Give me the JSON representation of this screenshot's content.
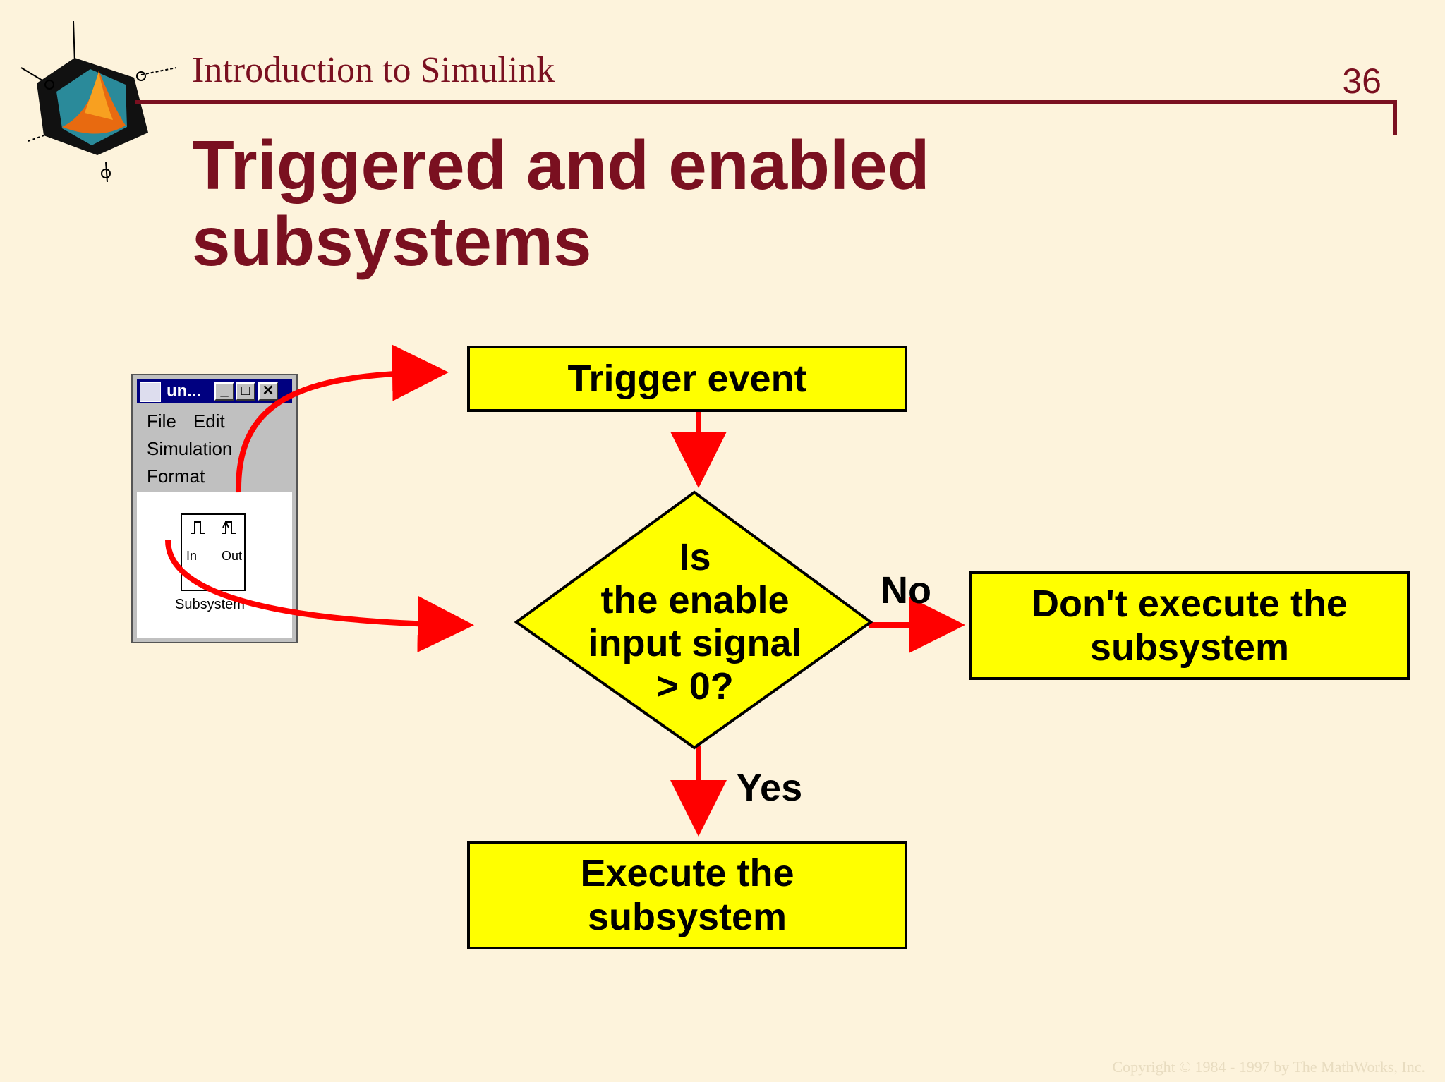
{
  "header": {
    "title": "Introduction to Simulink",
    "page_number": "36"
  },
  "slide": {
    "title_line1": "Triggered and enabled",
    "title_line2": "subsystems"
  },
  "simulink_window": {
    "title": "un...",
    "menu": [
      "File",
      "Edit",
      "Simulation",
      "Format"
    ],
    "block": {
      "in_port": "In",
      "out_port": "Out",
      "name": "Subsystem"
    }
  },
  "flowchart": {
    "trigger_event": "Trigger event",
    "decision_lines": [
      "Is",
      "the enable",
      "input signal",
      "> 0?"
    ],
    "no_label": "No",
    "yes_label": "Yes",
    "no_outcome_line1": "Don't execute the",
    "no_outcome_line2": "subsystem",
    "yes_outcome_line1": "Execute the",
    "yes_outcome_line2": "subsystem"
  },
  "copyright": "Copyright © 1984 - 1997 by The MathWorks, Inc.",
  "colors": {
    "background": "#fdf3dc",
    "title": "#7a1020",
    "box_fill": "#ffff00",
    "arrow": "#ff0000"
  }
}
